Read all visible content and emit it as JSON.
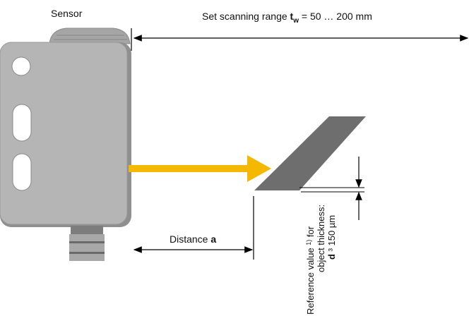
{
  "labels": {
    "sensor": "Sensor",
    "range_prefix": "Set scanning range ",
    "range_var": "t",
    "range_sub": "w",
    "range_suffix": " = 50 … 200 mm",
    "distance_prefix": "Distance ",
    "distance_var": "a",
    "reference_line1": "Reference value ",
    "reference_sup": "1)",
    "reference_line1_end": " for",
    "reference_line2": "object thickness:",
    "reference_var": "d",
    "reference_value": " ³ 150 µm"
  },
  "colors": {
    "sensor_body": "#b5b5b5",
    "sensor_shadow": "#8c8c8c",
    "beam": "#f5b800",
    "object": "#6e6e6e",
    "connector": "#9b9b9b",
    "line": "#000000"
  },
  "icons": {
    "sensor": "photoelectric-sensor-body",
    "beam": "light-beam-arrow",
    "object": "thin-object-plate"
  }
}
